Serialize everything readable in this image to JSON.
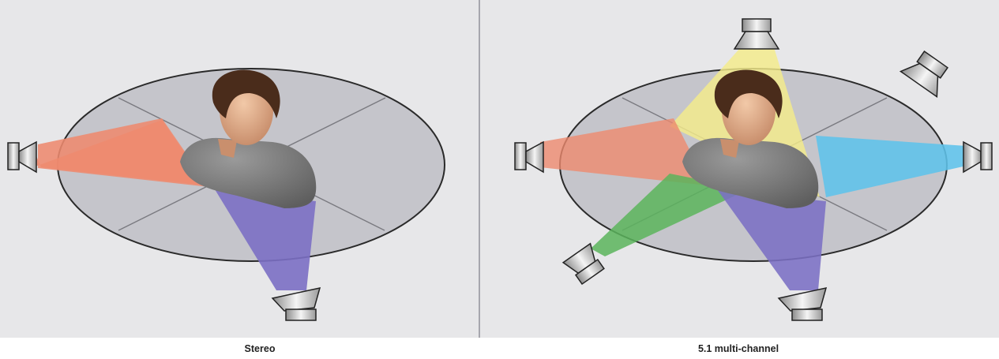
{
  "captions": {
    "left": "Stereo",
    "right": "5.1 multi-channel"
  },
  "colors": {
    "background": "#e7e7e9",
    "floor": "#c5c5cb",
    "left_channel": "#ee8a6e",
    "right_channel": "#7b6fc4",
    "center_channel": "#f4ec8a",
    "surround_right": "#5fc3ea",
    "surround_left": "#5bb45c",
    "divider": "#a6a6ae"
  },
  "icons": [
    "speaker-icon",
    "listener-figure"
  ]
}
